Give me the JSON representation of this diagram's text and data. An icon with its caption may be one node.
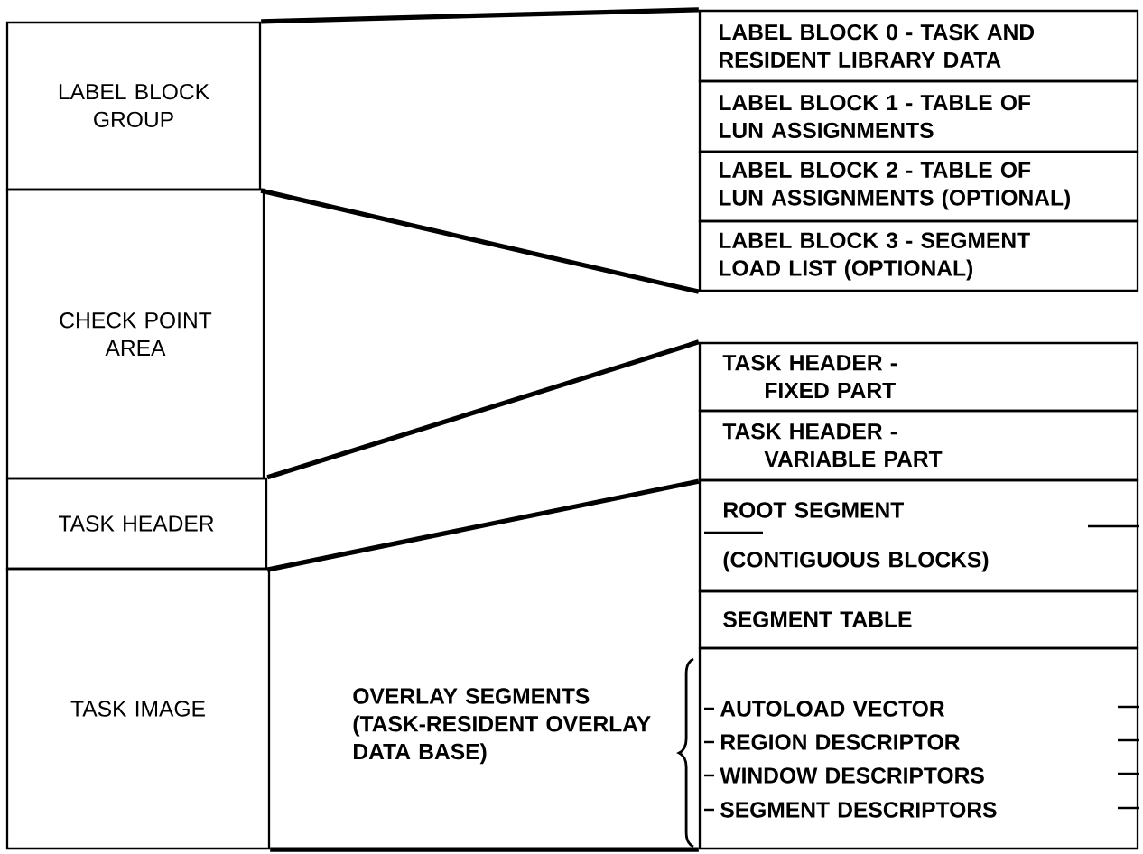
{
  "diagram": {
    "nodes": [
      {
        "text": [
          "LABEL BLOCK GROUP"
        ]
      },
      {
        "text": [
          "CHECK POINT AREA"
        ]
      },
      {
        "text": [
          "TASK HEADER"
        ]
      },
      {
        "text": [
          "TASK IMAGE"
        ]
      },
      {
        "text": [
          "LABEL BLOCK 0 - TASK AND RESIDENT LIBRARY DATA"
        ]
      },
      {
        "text": [
          "LABEL BLOCK 1 - TABLE OF LUN ASSIGNMENTS"
        ]
      },
      {
        "text": [
          "LABEL BLOCK 2 - TABLE OF LUN ASSIGNMENTS (OPTIONAL)"
        ]
      },
      {
        "text": [
          "LABEL BLOCK 3 - SEGMENT LOAD LIST (OPTIONAL)"
        ]
      },
      {
        "text": [
          "TASK HEADER - FIXED PART"
        ]
      },
      {
        "text": [
          "TASK HEADER - VARIABLE PART"
        ]
      },
      {
        "text": [
          "ROOT SEGMENT",
          "(CONTIGUOUS BLOCKS)"
        ]
      },
      {
        "text": [
          "SEGMENT TABLE"
        ]
      },
      {
        "text": [
          "AUTOLOAD VECTOR",
          "REGION DESCRIPTOR",
          "WINDOW DESCRIPTORS",
          "SEGMENT DESCRIPTORS"
        ]
      }
    ],
    "edges": [
      {
        "from": 0,
        "to": 4,
        "arrow": "none"
      },
      {
        "from": 0,
        "to": 7,
        "arrow": "none"
      },
      {
        "from": 2,
        "to": 8,
        "arrow": "none"
      },
      {
        "from": 2,
        "to": 9,
        "arrow": "none"
      },
      {
        "from": 3,
        "to": 12,
        "arrow": "none"
      }
    ],
    "labels": [
      "OVERLAY SEGMENTS (TASK-RESIDENT OVERLAY DATA BASE)"
    ]
  }
}
